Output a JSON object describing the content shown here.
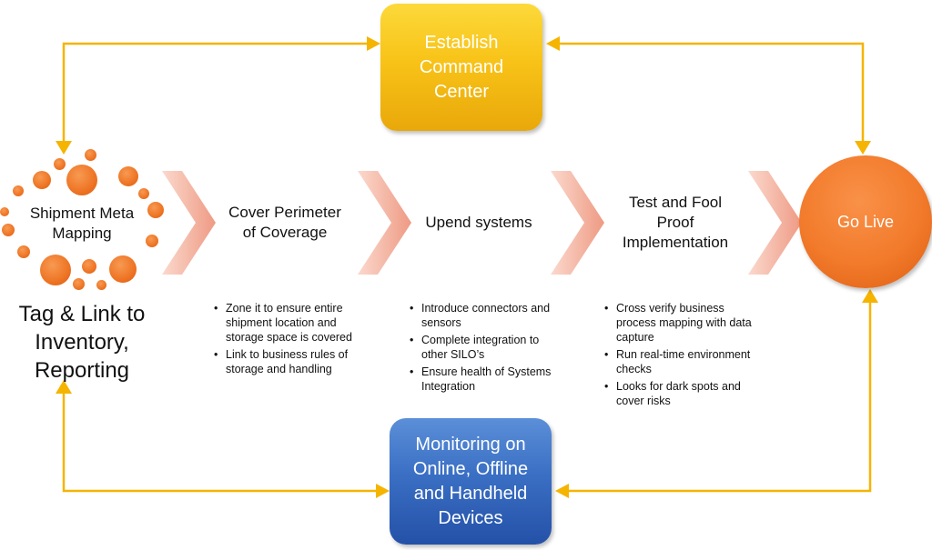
{
  "nodes": {
    "command_center": "Establish\nCommand\nCenter",
    "monitoring": "Monitoring on\nOnline, Offline\nand Handheld\nDevices",
    "go_live": "Go Live",
    "shipment_meta": "Shipment Meta\nMapping",
    "tag_link": "Tag & Link to\nInventory,\nReporting"
  },
  "steps": [
    {
      "title": "Cover Perimeter\nof Coverage",
      "bullets": [
        "Zone it to ensure entire shipment location and storage space is covered",
        "Link to business rules of storage and handling"
      ]
    },
    {
      "title": "Upend systems",
      "bullets": [
        "Introduce connectors and sensors",
        "Complete integration to other SILO’s",
        "Ensure health of Systems Integration"
      ]
    },
    {
      "title": "Test and Fool\nProof\nImplementation",
      "bullets": [
        "Cross verify business process mapping with data capture",
        "Run real-time environment checks",
        "Looks for dark spots and cover risks"
      ]
    }
  ],
  "colors": {
    "connector": "#f5b400",
    "chevron": "#f2a48f",
    "command_center": "#f8c318",
    "monitoring": "#3a6fc4",
    "go_live": "#f27a2b",
    "dots": "#ee7424"
  }
}
